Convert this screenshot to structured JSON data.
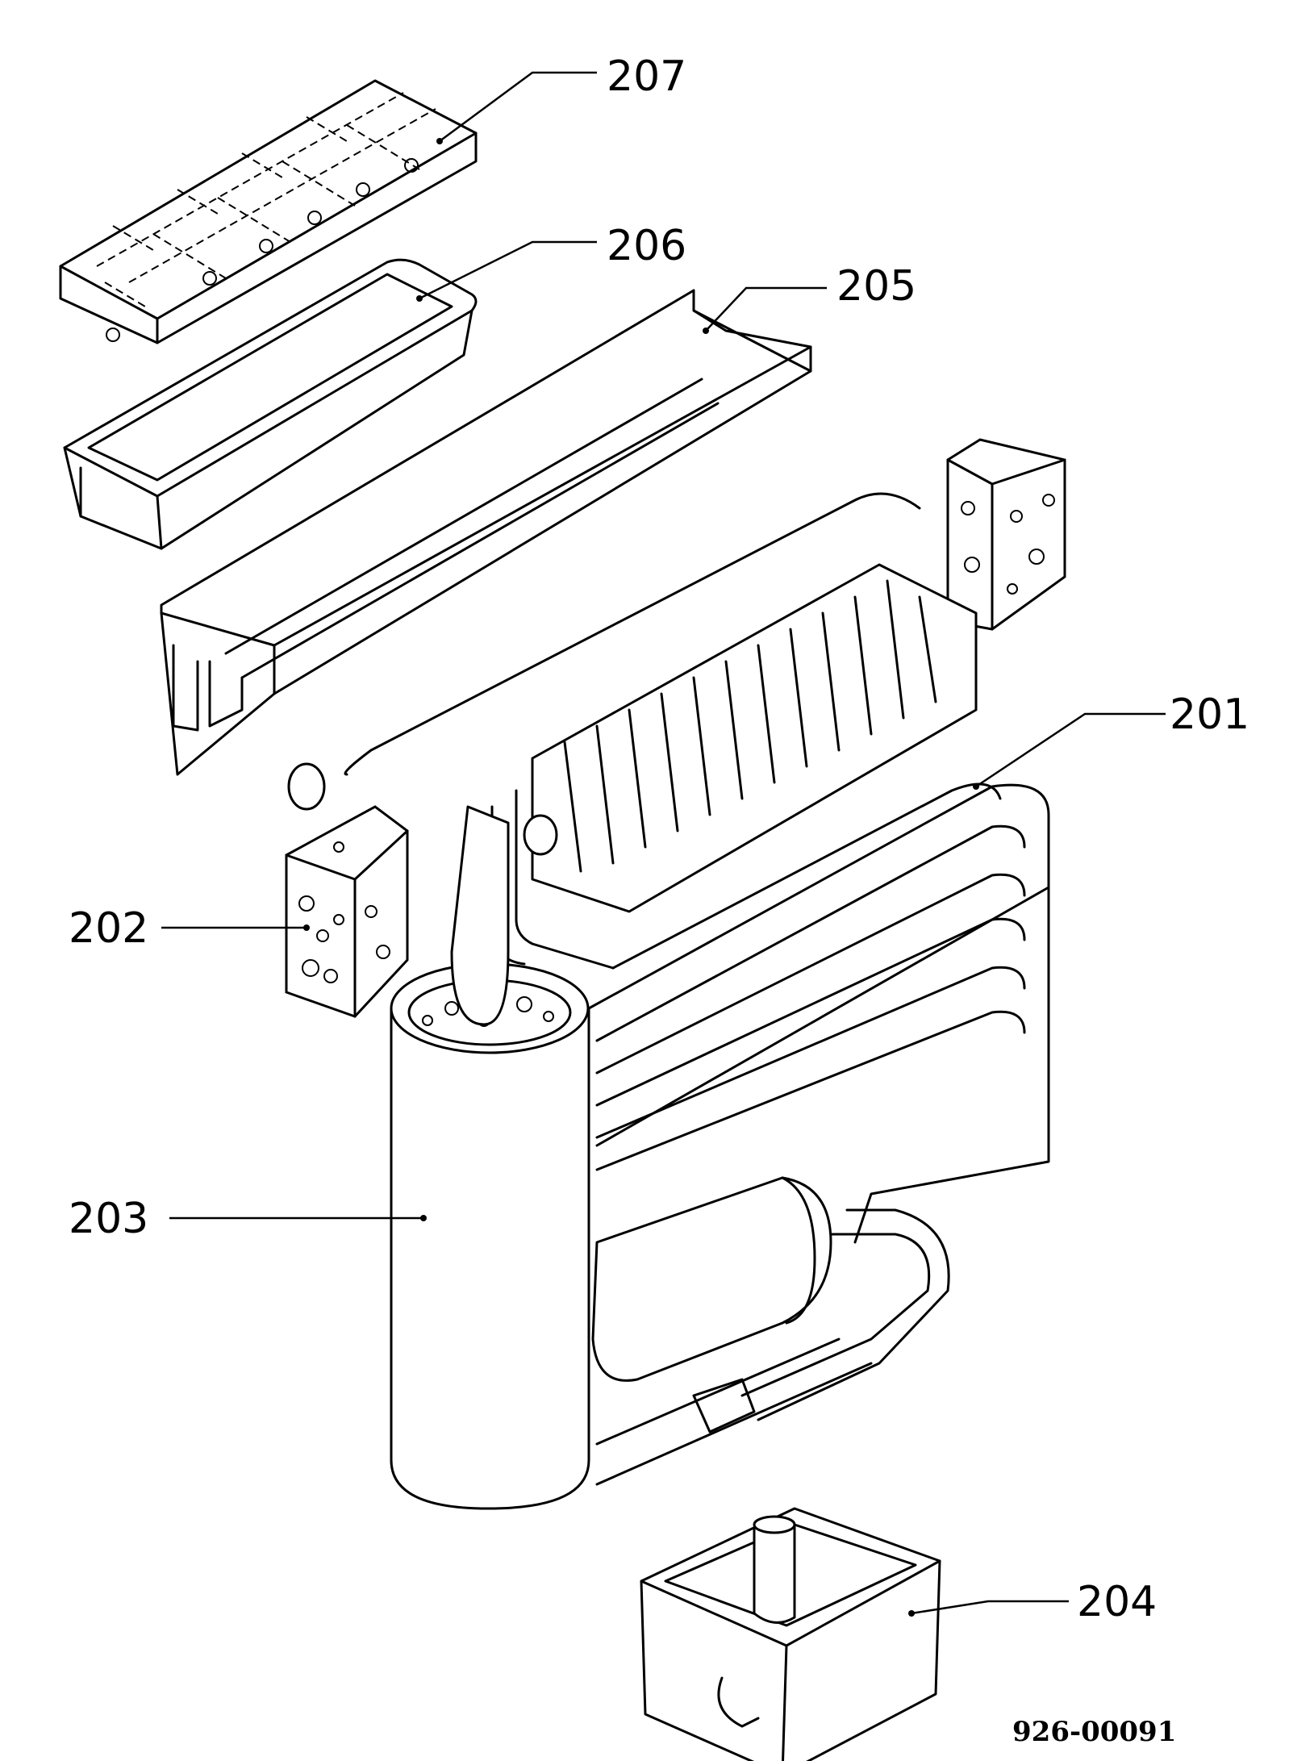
{
  "figure": {
    "reference_number": "926-00091"
  },
  "callouts": [
    {
      "id": "201",
      "text": "201"
    },
    {
      "id": "202",
      "text": "202"
    },
    {
      "id": "203",
      "text": "203"
    },
    {
      "id": "204",
      "text": "204"
    },
    {
      "id": "205",
      "text": "205"
    },
    {
      "id": "206",
      "text": "206"
    },
    {
      "id": "207",
      "text": "207"
    }
  ]
}
